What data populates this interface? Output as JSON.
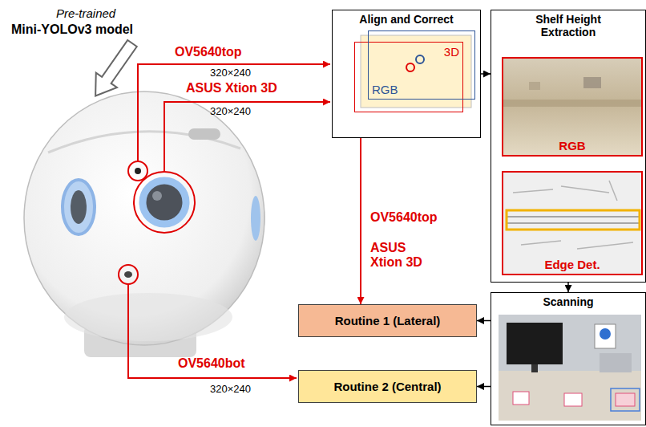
{
  "diagram": {
    "nodes": [
      {
        "text": [
          "Align and Correct"
        ]
      },
      {
        "text": [
          "3D"
        ],
        "in": 0
      },
      {
        "text": [
          "RGB"
        ],
        "in": 0
      },
      {
        "text": [
          "Shelf Height Extraction"
        ]
      },
      {
        "text": [
          "RGB"
        ],
        "in": 3
      },
      {
        "text": [
          "Edge Det."
        ],
        "in": 3
      },
      {
        "text": [
          "Scanning"
        ]
      },
      {
        "text": [
          "Routine 1 (Lateral)"
        ]
      },
      {
        "text": [
          "Routine 2 (Central)"
        ]
      }
    ],
    "edges": [
      {
        "from": 0,
        "to": 3,
        "arrow": "to"
      },
      {
        "from": 3,
        "to": 6,
        "arrow": "to"
      },
      {
        "from": 6,
        "to": 7,
        "arrow": "to"
      },
      {
        "from": 6,
        "to": 8,
        "arrow": "to"
      },
      {
        "from": 0,
        "to": 7,
        "arrow": "to",
        "label": "OV5640top"
      }
    ],
    "labels": [
      "Pre-trained",
      "Mini-YOLOv3 model",
      "OV5640top",
      "320×240",
      "ASUS Xtion 3D",
      "320×240",
      "ASUS Xtion 3D",
      "OV5640bot",
      "320×240"
    ]
  }
}
